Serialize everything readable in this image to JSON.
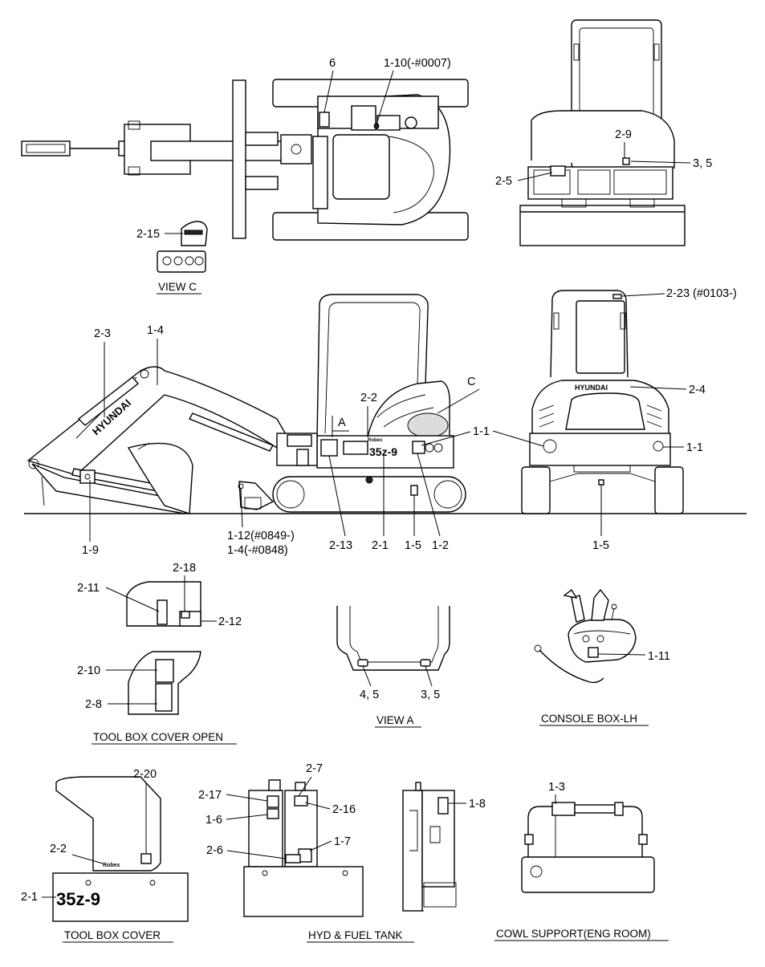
{
  "callouts": {
    "top_6": "6",
    "top_1_10": "1-10(-#0007)",
    "top_2_9": "2-9",
    "top_3_5": "3, 5",
    "top_2_5": "2-5",
    "viewc_2_15": "2-15",
    "side_2_23": "2-23 (#0103-)",
    "side_2_3": "2-3",
    "side_1_4": "1-4",
    "side_2_2": "2-2",
    "side_A": "A",
    "side_C": "C",
    "side_1_1": "1-1",
    "rear_1_1": "1-1",
    "rear_2_4": "2-4",
    "side_1_9": "1-9",
    "side_1_12": "1-12(#0849-)",
    "side_1_4b": "1-4(-#0848)",
    "side_2_13": "2-13",
    "side_2_1": "2-1",
    "side_1_5": "1-5",
    "side_1_2": "1-2",
    "rear_1_5": "1-5",
    "tb_2_11": "2-11",
    "tb_2_18": "2-18",
    "tb_2_12": "2-12",
    "tb_2_10": "2-10",
    "tb_2_8": "2-8",
    "va_4_5": "4, 5",
    "va_3_5": "3, 5",
    "cb_1_11": "1-11",
    "tbc_2_20": "2-20",
    "tbc_2_2": "2-2",
    "tbc_2_1": "2-1",
    "ht_2_7": "2-7",
    "ht_2_17": "2-17",
    "ht_2_16": "2-16",
    "ht_1_6": "1-6",
    "ht_2_6": "2-6",
    "ht_1_7": "1-7",
    "ht_1_8": "1-8",
    "cs_1_3": "1-3"
  },
  "captions": {
    "view_c": "VIEW C",
    "tool_box_cover_open": "TOOL BOX COVER OPEN",
    "view_a": "VIEW A",
    "console_box_lh": "CONSOLE BOX-LH",
    "tool_box_cover": "TOOL BOX COVER",
    "hyd_fuel_tank": "HYD & FUEL TANK",
    "cowl_support": "COWL SUPPORT(ENG ROOM)"
  },
  "decals": {
    "boom_brand": "HYUNDAI",
    "rear_brand": "HYUNDAI",
    "model": "35z-9",
    "small_logo": "Robex"
  }
}
